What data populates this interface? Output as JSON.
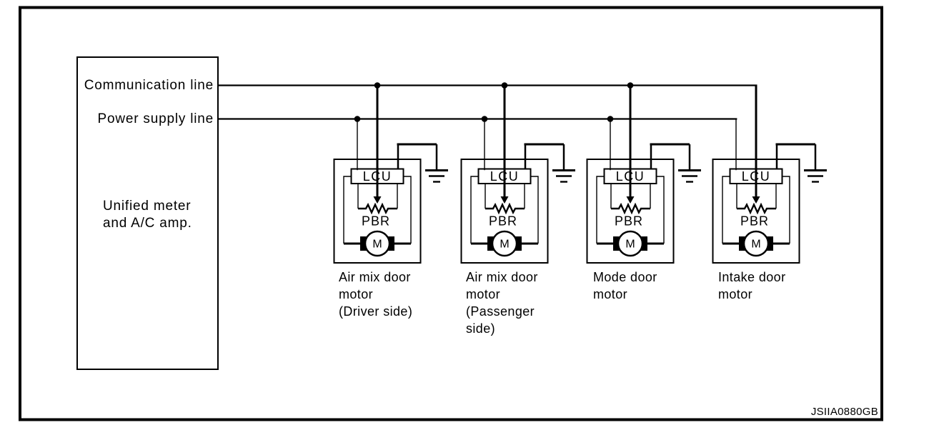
{
  "diagram_code": "JSIIA0880GB",
  "controller": {
    "name_lines": [
      "Unified meter",
      "and A/C amp."
    ],
    "comm_label": "Communication line",
    "power_label": "Power supply line"
  },
  "units": [
    {
      "lcu": "LCU",
      "pbr": "PBR",
      "motor": "M",
      "name_lines": [
        "Air mix door",
        "motor",
        "(Driver side)",
        ""
      ]
    },
    {
      "lcu": "LCU",
      "pbr": "PBR",
      "motor": "M",
      "name_lines": [
        "Air mix door",
        "motor",
        "(Passenger",
        "side)"
      ]
    },
    {
      "lcu": "LCU",
      "pbr": "PBR",
      "motor": "M",
      "name_lines": [
        "Mode door",
        "motor",
        "",
        ""
      ]
    },
    {
      "lcu": "LCU",
      "pbr": "PBR",
      "motor": "M",
      "name_lines": [
        "Intake door",
        "motor",
        "",
        ""
      ]
    }
  ],
  "colors": {
    "ink": "#000000",
    "paper": "#ffffff"
  }
}
